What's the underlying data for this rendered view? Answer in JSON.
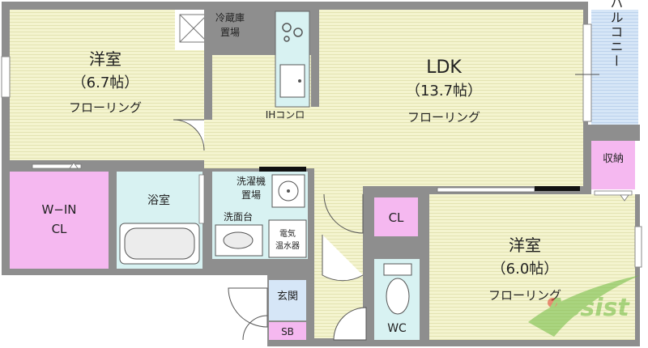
{
  "rooms": {
    "western1": {
      "name": "洋室",
      "size": "（6.7帖）",
      "floor": "フローリング"
    },
    "ldk": {
      "name": "LDK",
      "size": "（13.7帖）",
      "floor": "フローリング"
    },
    "western2": {
      "name": "洋室",
      "size": "（6.0帖）",
      "floor": "フローリング"
    },
    "walkin": {
      "line1": "W−IN",
      "line2": "CL"
    },
    "bath": "浴室",
    "washroom": "洗面台",
    "laundry": {
      "line1": "洗濯機",
      "line2": "置場"
    },
    "fridge": {
      "line1": "冷蔵庫",
      "line2": "置場"
    },
    "balcony": "バルコニー",
    "storage": "収納",
    "closet": "CL",
    "entrance": "玄関",
    "shoebox": "SB",
    "toilet": "WC",
    "water_heater": {
      "line1": "電気",
      "line2": "温水器"
    },
    "stove": "IHコンロ"
  },
  "watermark": {
    "text": "Assist"
  },
  "colors": {
    "wall": "#8e8e8e",
    "floor_wood": "#f4f4cf",
    "closet_pink": "#f5b8f0",
    "wet_area": "#d8f2f2",
    "balcony_blue": "#d6e6f7",
    "watermark_green": "#6dbb3e",
    "watermark_red": "#e03a2a"
  }
}
